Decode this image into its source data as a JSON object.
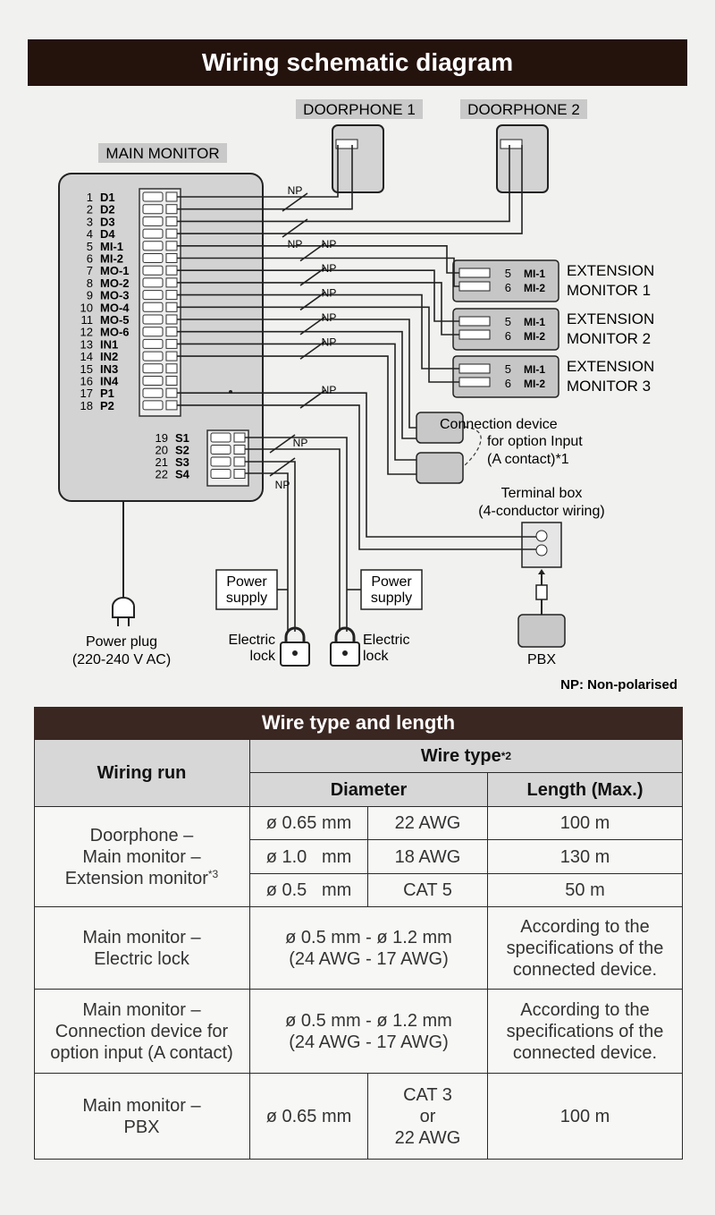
{
  "title": "Wiring schematic diagram",
  "diagram": {
    "main_monitor": "MAIN MONITOR",
    "doorphone1": "DOORPHONE 1",
    "doorphone2": "DOORPHONE 2",
    "terminals": [
      {
        "num": "1",
        "label": "D1"
      },
      {
        "num": "2",
        "label": "D2"
      },
      {
        "num": "3",
        "label": "D3"
      },
      {
        "num": "4",
        "label": "D4"
      },
      {
        "num": "5",
        "label": "MI-1"
      },
      {
        "num": "6",
        "label": "MI-2"
      },
      {
        "num": "7",
        "label": "MO-1"
      },
      {
        "num": "8",
        "label": "MO-2"
      },
      {
        "num": "9",
        "label": "MO-3"
      },
      {
        "num": "10",
        "label": "MO-4"
      },
      {
        "num": "11",
        "label": "MO-5"
      },
      {
        "num": "12",
        "label": "MO-6"
      },
      {
        "num": "13",
        "label": "IN1"
      },
      {
        "num": "14",
        "label": "IN2"
      },
      {
        "num": "15",
        "label": "IN3"
      },
      {
        "num": "16",
        "label": "IN4"
      },
      {
        "num": "17",
        "label": "P1"
      },
      {
        "num": "18",
        "label": "P2"
      }
    ],
    "s_terminals": [
      {
        "num": "19",
        "label": "S1"
      },
      {
        "num": "20",
        "label": "S2"
      },
      {
        "num": "21",
        "label": "S3"
      },
      {
        "num": "22",
        "label": "S4"
      }
    ],
    "np": "NP",
    "ext_term_nums": [
      "5",
      "6"
    ],
    "ext_term_labels": [
      "MI-1",
      "MI-2"
    ],
    "extension_monitors": [
      {
        "line1": "EXTENSION",
        "line2": "MONITOR 1"
      },
      {
        "line1": "EXTENSION",
        "line2": "MONITOR 2"
      },
      {
        "line1": "EXTENSION",
        "line2": "MONITOR 3"
      }
    ],
    "connection_device": [
      "Connection device",
      "for option Input",
      "(A contact)*1"
    ],
    "terminal_box": [
      "Terminal box",
      "(4-conductor wiring)"
    ],
    "pbx": "PBX",
    "power_supply": [
      "Power",
      "supply"
    ],
    "electric_lock": [
      "Electric",
      "lock"
    ],
    "power_plug": [
      "Power plug",
      "(220-240 V AC)"
    ],
    "np_note": "NP: Non-polarised"
  },
  "table": {
    "title": "Wire type and length",
    "headers": {
      "wiring_run": "Wiring run",
      "wire_type": "Wire type",
      "wire_type_note": "*2",
      "diameter": "Diameter",
      "length": "Length (Max.)"
    },
    "doorphone_run": [
      "Doorphone –",
      "Main monitor –",
      "Extension monitor"
    ],
    "doorphone_run_note": "*3",
    "doorphone_rows": [
      {
        "dia": "ø 0.65 mm",
        "gauge": "22 AWG",
        "len": "100 m"
      },
      {
        "dia": "ø 1.0   mm",
        "gauge": "18 AWG",
        "len": "130 m"
      },
      {
        "dia": "ø 0.5   mm",
        "gauge": "CAT 5",
        "len": "50 m"
      }
    ],
    "lock_run": [
      "Main monitor –",
      "Electric lock"
    ],
    "lock_dia": [
      "ø 0.5 mm - ø 1.2 mm",
      "(24 AWG - 17 AWG)"
    ],
    "lock_len": [
      "According to the",
      "specifications of the",
      "connected device."
    ],
    "conn_run": [
      "Main monitor –",
      "Connection device for",
      "option input (A contact)"
    ],
    "conn_dia": [
      "ø 0.5 mm - ø 1.2 mm",
      "(24 AWG - 17 AWG)"
    ],
    "conn_len": [
      "According to the",
      "specifications of the",
      "connected device."
    ],
    "pbx_run": [
      "Main monitor –",
      "PBX"
    ],
    "pbx_dia": "ø 0.65 mm",
    "pbx_gauge": [
      "CAT 3",
      "or",
      "22 AWG"
    ],
    "pbx_len": "100 m"
  }
}
